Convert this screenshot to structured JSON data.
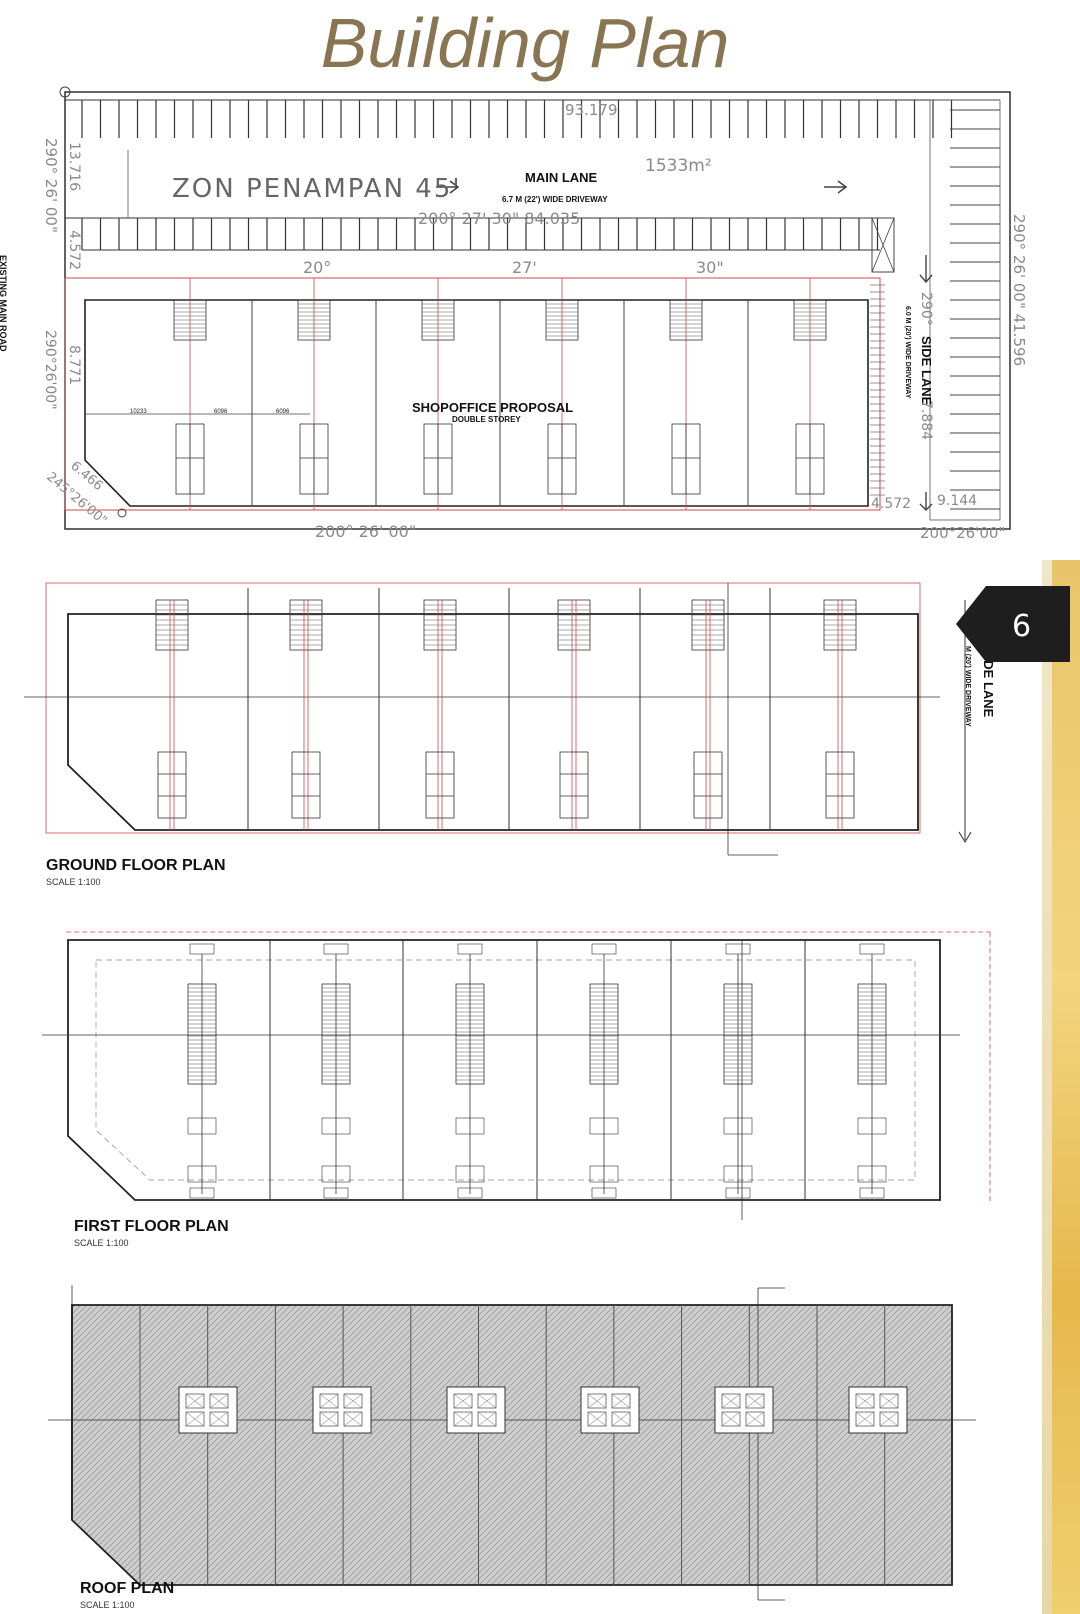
{
  "title": "Building Plan",
  "site": {
    "zone_label": "ZON PENAMPAN 45'",
    "main_lane": "MAIN LANE",
    "main_lane_sub": "6.7 M (22') WIDE DRIVEWAY",
    "area": "1533m²",
    "proposal": "SHOPOFFICE PROPOSAL",
    "proposal_sub": "DOUBLE STOREY",
    "side_lane": "SIDE LANE",
    "side_lane_sub": "6.0 M (20') WIDE DRIVEWAY",
    "existing_road": "EXISTING MAIN ROAD",
    "dim_top": "93.179",
    "dim_bearing_top": "200°  27'  30\"  84.035",
    "dim_bearing_left": "290°  26'  00\"",
    "dim_left_a": "13.716",
    "dim_left_b": "4.572",
    "dim_left_c": "8.771",
    "dim_left_d": "290°26'00\"",
    "dim_corner_a": "6.466",
    "dim_corner_b": "245°26'00\"",
    "dim_bottom": "200°   26'   00\"",
    "dim_right_a": "290°  26'  00\"  41.596",
    "dim_right_b": "290°",
    "dim_right_c": "7.884",
    "dim_br_a": "4.572",
    "dim_br_b": "9.144",
    "dim_br_c": "200°26'00\"",
    "dim_road_a": "20°",
    "dim_road_b": "27'",
    "dim_road_c": "30\"",
    "inner_dims": [
      "10233",
      "6096",
      "6096"
    ]
  },
  "ground": {
    "title": "GROUND FLOOR PLAN",
    "scale": "SCALE 1:100",
    "side_lane": "SIDE LANE",
    "side_lane_sub": "M (20') WIDE DRIVEWAY"
  },
  "first": {
    "title": "FIRST FLOOR PLAN",
    "scale": "SCALE 1:100"
  },
  "roof": {
    "title": "ROOF PLAN",
    "scale": "SCALE 1:100"
  },
  "page_number": "6",
  "colors": {
    "title": "#8a7553",
    "tab": "#1e1e1e",
    "gold": "#e9c46a",
    "line": "#222222",
    "redline": "#d24a4a"
  }
}
